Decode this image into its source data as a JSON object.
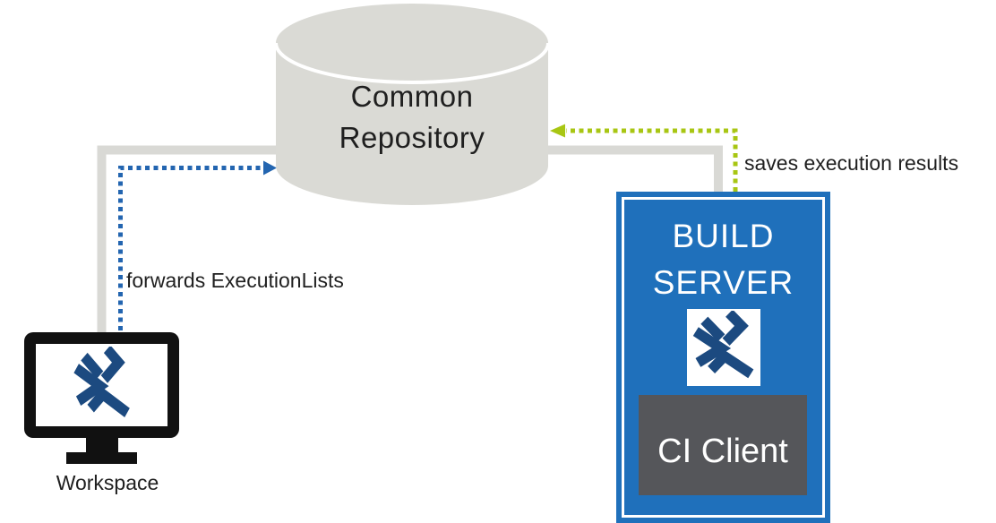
{
  "nodes": {
    "common_repository": {
      "label": "Common Repository",
      "shape": "database-cylinder"
    },
    "workspace": {
      "label": "Workspace",
      "shape": "desktop-monitor"
    },
    "build_server": {
      "label": "BUILD SERVER",
      "shape": "rectangle"
    },
    "ci_client": {
      "label": "CI Client",
      "parent": "build_server"
    }
  },
  "edges": [
    {
      "from": "workspace",
      "to": "common_repository",
      "label": "forwards ExecutionLists",
      "style": "dotted",
      "color_key": "arrow_blue"
    },
    {
      "from": "build_server",
      "to": "common_repository",
      "label": "saves execution results",
      "style": "dotted",
      "color_key": "arrow_green"
    }
  ],
  "icons": {
    "logo": "tosca-x-chevron-logo"
  },
  "colors": {
    "arrow_blue": "#2365b0",
    "arrow_green": "#a8c613",
    "connector_gray": "#d9d9d5",
    "cylinder_fill": "#dadad5",
    "server_blue": "#1f70bb",
    "logo_navy": "#1c4a80",
    "ci_gray": "#55565a",
    "monitor_black": "#111111",
    "text_black": "#1f1f1f"
  }
}
